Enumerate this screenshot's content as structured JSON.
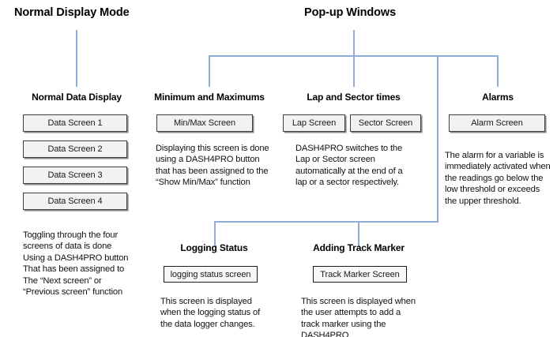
{
  "diagram": {
    "title_left": "Normal Display Mode",
    "title_right": "Pop-up Windows",
    "line_color": "#8fadd4",
    "box_fill": "#f2f2f4",
    "box_border": "#3f3f3f"
  },
  "groups": {
    "normal_data_display": {
      "title": "Normal Data Display",
      "boxes": [
        {
          "label": "Data Screen 1"
        },
        {
          "label": "Data Screen 2"
        },
        {
          "label": "Data Screen 3"
        },
        {
          "label": "Data Screen 4"
        }
      ],
      "note": "Toggling through the four\nscreens of data is done\nUsing a DASH4PRO button\nThat has been assigned to\nThe “Next screen” or\n“Previous screen” function"
    },
    "minimum_and_maximums": {
      "title": "Minimum and Maximums",
      "boxes": [
        {
          "label": "Min/Max Screen"
        }
      ],
      "note": "Displaying this screen is done\nusing a DASH4PRO button\nthat has been assigned to the\n“Show Min/Max” function"
    },
    "lap_and_sector_times": {
      "title": "Lap and Sector times",
      "boxes": [
        {
          "label": "Lap Screen"
        },
        {
          "label": "Sector Screen"
        }
      ],
      "note": "DASH4PRO switches to the\nLap or Sector screen\nautomatically at the end of a\nlap or a sector respectively."
    },
    "alarms": {
      "title": "Alarms",
      "boxes": [
        {
          "label": "Alarm Screen"
        }
      ],
      "note": "The alarm for a variable is\nimmediately activated when\nthe readings go below the\nlow threshold or exceeds\nthe upper threshold."
    },
    "logging_status": {
      "title": "Logging Status",
      "boxes": [
        {
          "label": "logging status screen"
        }
      ],
      "note": "This screen is displayed\nwhen the logging status of\nthe data logger changes."
    },
    "adding_track_marker": {
      "title": "Adding Track Marker",
      "boxes": [
        {
          "label": "Track Marker Screen"
        }
      ],
      "note": "This screen is displayed when\nthe user attempts to add a\ntrack marker using the\nDASH4PRO"
    }
  }
}
